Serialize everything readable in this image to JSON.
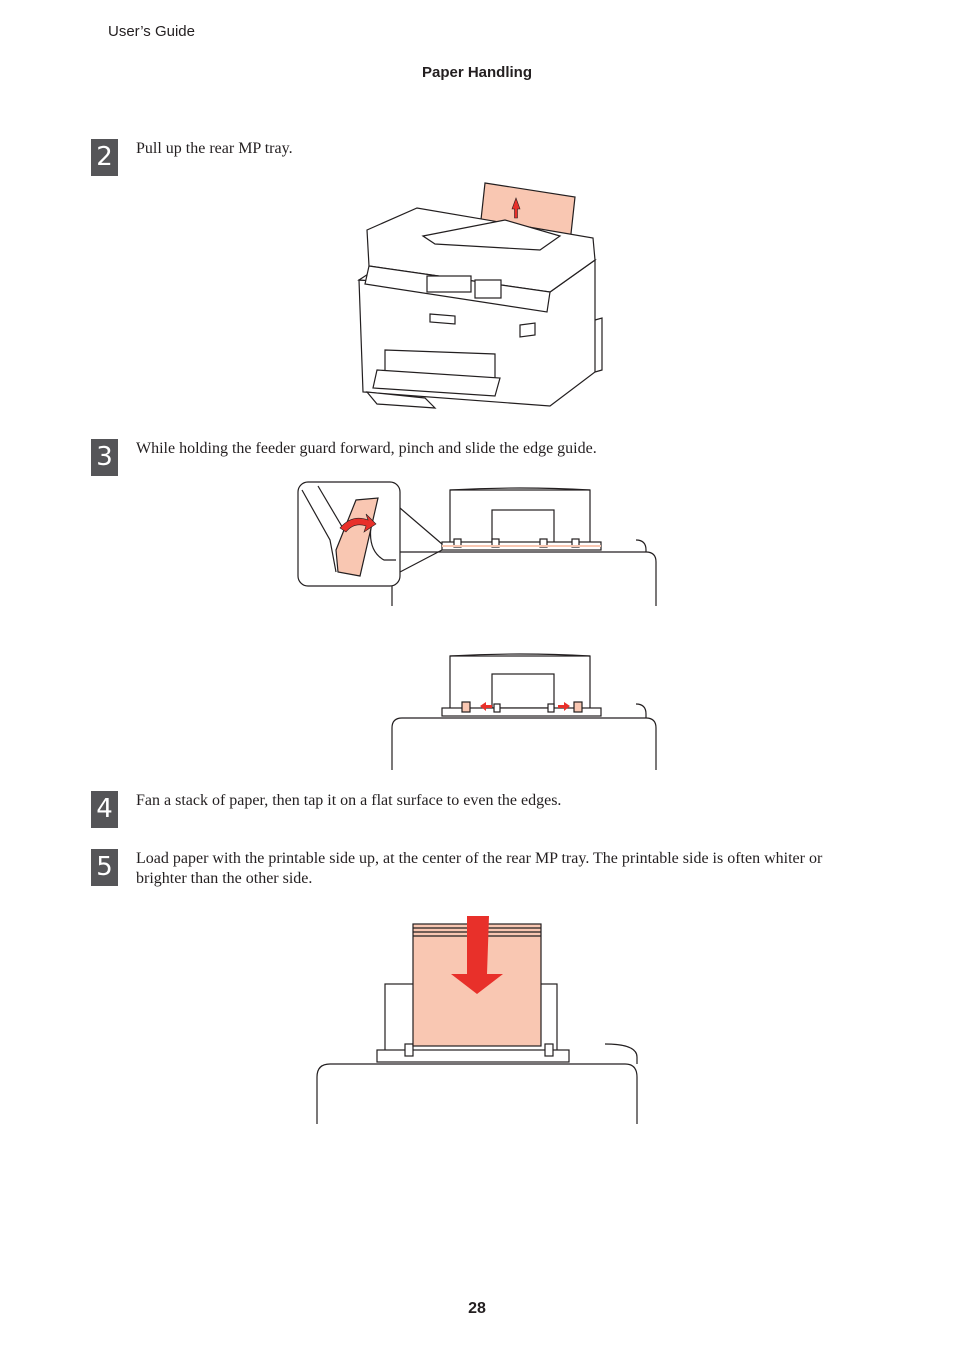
{
  "header": {
    "doc_title": "User’s Guide",
    "section": "Paper Handling"
  },
  "steps": [
    {
      "number": "2",
      "text": "Pull up the rear MP tray."
    },
    {
      "number": "3",
      "text": "While holding the feeder guard forward, pinch and slide the edge guide."
    },
    {
      "number": "4",
      "text": "Fan a stack of paper, then tap it on a flat surface to even the edges."
    },
    {
      "number": "5",
      "text": "Load paper with the printable side up, at the center of the rear MP tray. The printable side is often whiter or brighter than the other side."
    }
  ],
  "page_number": "28",
  "colors": {
    "accent_red": "#e8302a",
    "paper_pink": "#f9c7b2",
    "step_box": "#555558"
  }
}
